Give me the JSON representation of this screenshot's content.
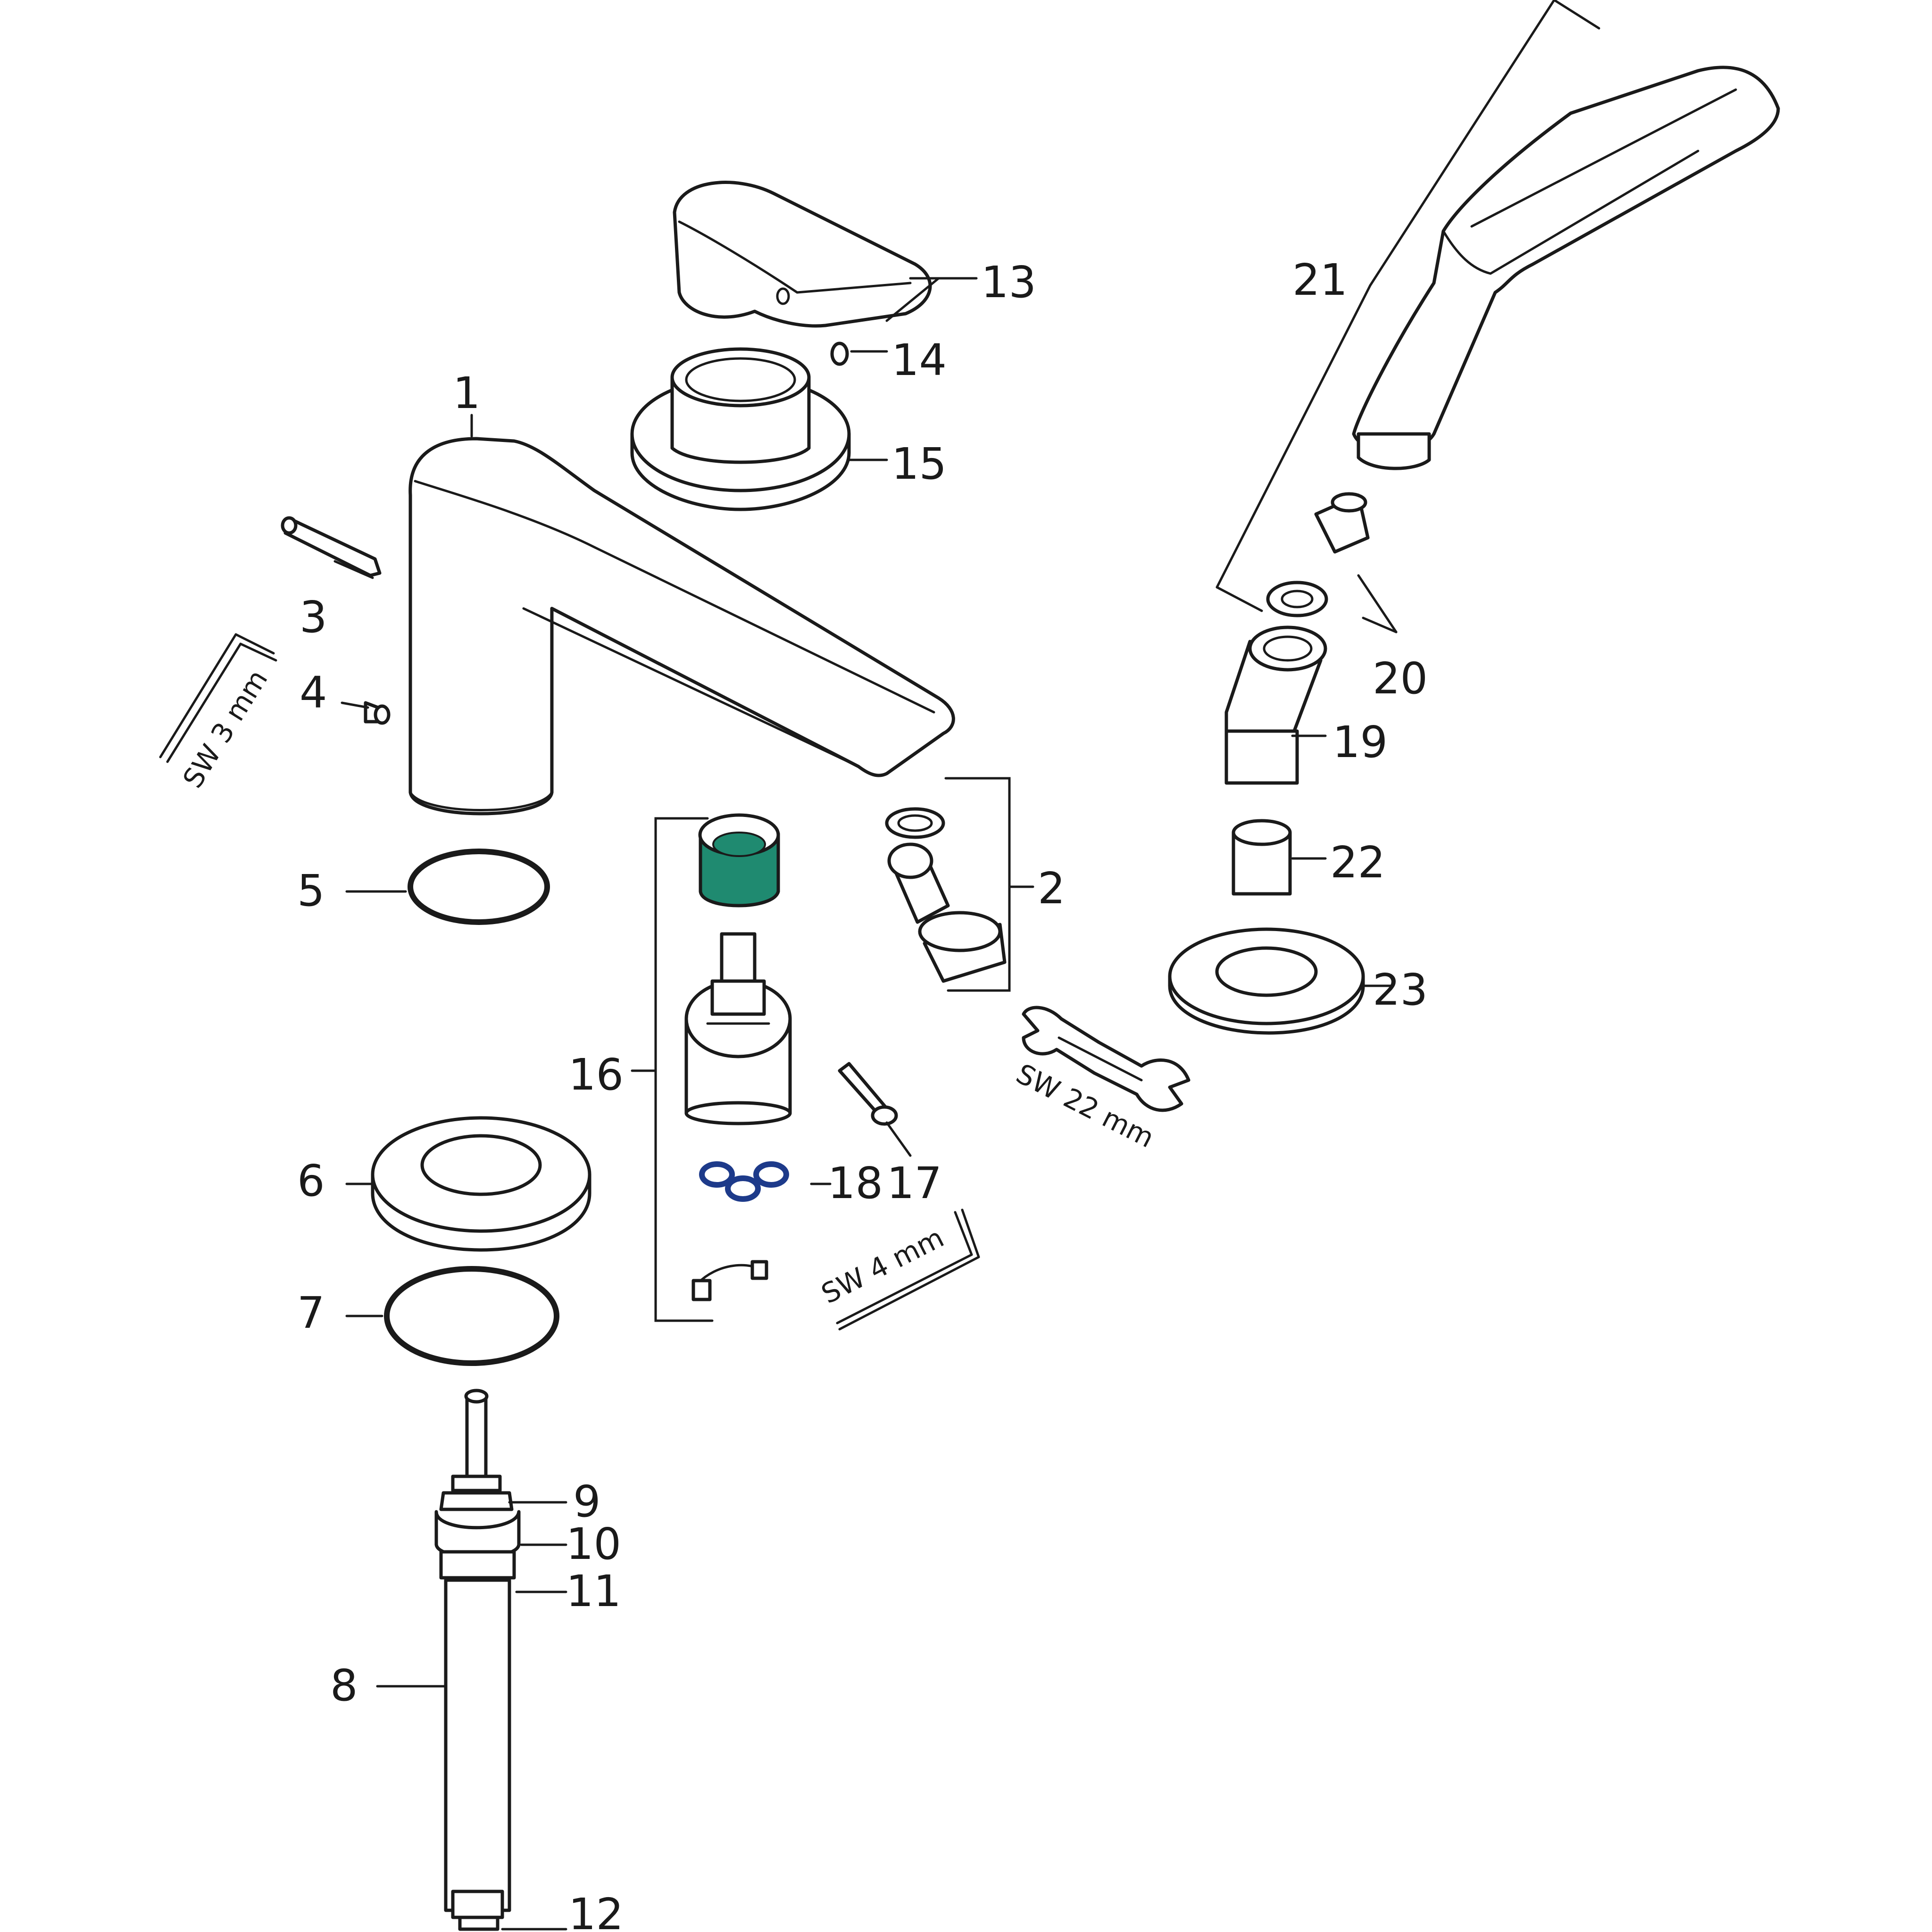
{
  "colors": {
    "line": "#1a1a1a",
    "background": "#ffffff",
    "accent": "#1f8a70",
    "seal": "#1d3a8a"
  },
  "callouts": [
    "1",
    "2",
    "3",
    "4",
    "5",
    "6",
    "7",
    "8",
    "9",
    "10",
    "11",
    "12",
    "13",
    "14",
    "15",
    "16",
    "17",
    "18",
    "19",
    "20",
    "21",
    "22",
    "23"
  ],
  "tools": {
    "allen_3": "SW 3 mm",
    "spanner_22": "SW 22 mm",
    "allen_4": "SW 4 mm"
  }
}
